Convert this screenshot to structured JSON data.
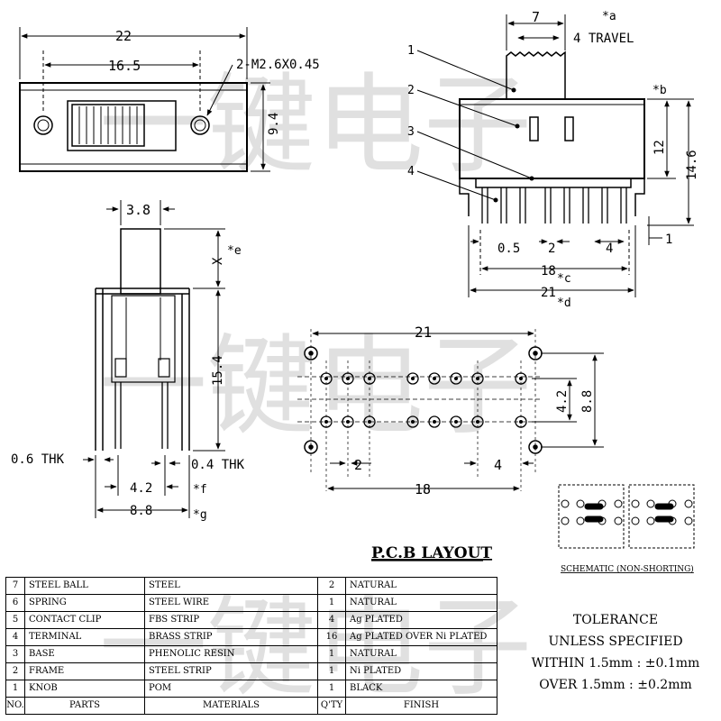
{
  "top_view": {
    "dim_overall": "22",
    "dim_holes": "16.5",
    "dim_height": "9.4",
    "hole_note": "2-M2.6X0.45"
  },
  "side_view": {
    "dim_knob": "7",
    "note_a": "*a",
    "travel": "4 TRAVEL",
    "note_b": "*b",
    "dim_12": "12",
    "dim_14_6": "14.6",
    "dim_1": "1",
    "dim_0_5": "0.5",
    "dim_2": "2",
    "dim_4": "4",
    "dim_18": "18",
    "note_c": "*c",
    "dim_21": "21",
    "note_d": "*d",
    "callouts": [
      "1",
      "2",
      "3",
      "4"
    ]
  },
  "end_view": {
    "dim_3_8": "3.8",
    "dim_x": "X",
    "note_e": "*e",
    "dim_15_4": "15.4",
    "thk_06": "0.6 THK",
    "thk_04": "0.4 THK",
    "dim_4_2": "4.2",
    "note_f": "*f",
    "dim_8_8": "8.8",
    "note_g": "*g"
  },
  "pcb": {
    "dim_21": "21",
    "dim_4_2": "4.2",
    "dim_8_8": "8.8",
    "dim_2": "2",
    "dim_4": "4",
    "dim_18": "18",
    "title": "P.C.B LAYOUT"
  },
  "schematic": {
    "caption": "SCHEMATIC (NON-SHORTING)"
  },
  "watermark": {
    "text": "一键电子"
  },
  "parts_table": {
    "rows": [
      {
        "no": "7",
        "part": "STEEL BALL",
        "material": "STEEL",
        "qty": "2",
        "finish": "NATURAL"
      },
      {
        "no": "6",
        "part": "SPRING",
        "material": "STEEL WIRE",
        "qty": "1",
        "finish": "NATURAL"
      },
      {
        "no": "5",
        "part": "CONTACT CLIP",
        "material": "FBS STRIP",
        "qty": "4",
        "finish": "Ag PLATED"
      },
      {
        "no": "4",
        "part": "TERMINAL",
        "material": "BRASS STRIP",
        "qty": "16",
        "finish": "Ag PLATED OVER Ni PLATED"
      },
      {
        "no": "3",
        "part": "BASE",
        "material": "PHENOLIC RESIN",
        "qty": "1",
        "finish": "NATURAL"
      },
      {
        "no": "2",
        "part": "FRAME",
        "material": "STEEL STRIP",
        "qty": "1",
        "finish": "Ni PLATED"
      },
      {
        "no": "1",
        "part": "KNOB",
        "material": "POM",
        "qty": "1",
        "finish": "BLACK"
      }
    ],
    "header": {
      "no": "NO.",
      "part": "PARTS",
      "material": "MATERIALS",
      "qty": "Q'TY",
      "finish": "FINISH"
    }
  },
  "tolerance": {
    "line1": "TOLERANCE",
    "line2": "UNLESS  SPECIFIED",
    "line3": "WITHIN 1.5mm : ±0.1mm",
    "line4": "OVER 1.5mm : ±0.2mm"
  }
}
